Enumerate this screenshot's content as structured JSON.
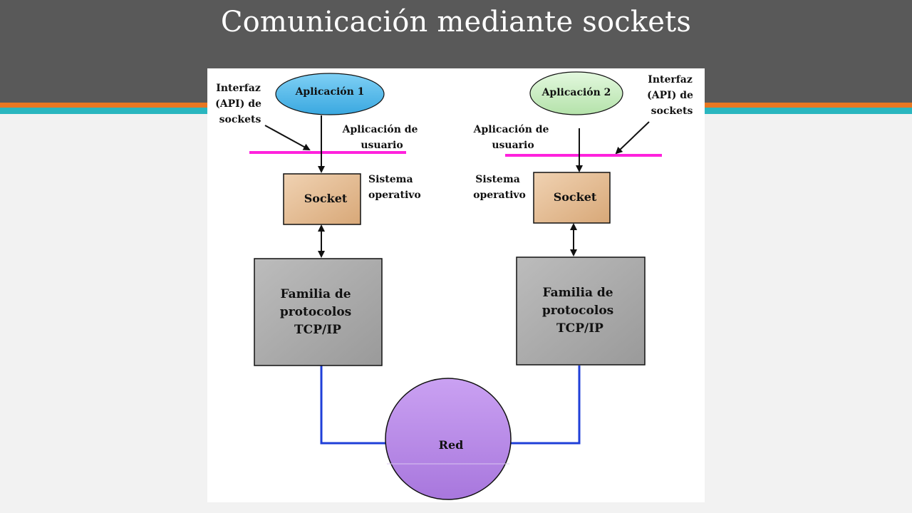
{
  "slide": {
    "title": "Comunicación mediante sockets"
  },
  "diagram": {
    "left": {
      "app": "Aplicación 1",
      "api_label": [
        "Interfaz",
        "(API) de",
        "sockets"
      ],
      "user_space_label": [
        "Aplicación de",
        "usuario"
      ],
      "os_label": [
        "Sistema",
        "operativo"
      ],
      "socket": "Socket",
      "protocol": [
        "Familia de",
        "protocolos",
        "TCP/IP"
      ]
    },
    "right": {
      "app": "Aplicación 2",
      "api_label": [
        "Interfaz",
        "(API) de",
        "sockets"
      ],
      "user_space_label": [
        "Aplicación de",
        "usuario"
      ],
      "os_label": [
        "Sistema",
        "operativo"
      ],
      "socket": "Socket",
      "protocol": [
        "Familia de",
        "protocolos",
        "TCP/IP"
      ]
    },
    "network": "Red",
    "colors": {
      "app1_fill": "#4fb8ea",
      "app2_fill": "#c6efc0",
      "socket_fill": "#e2b98f",
      "protocol_fill": "#a9a9a9",
      "network_fill": "#b98ae8",
      "boundary_line": "#ff22dd",
      "network_link": "#1f3fd8"
    }
  }
}
